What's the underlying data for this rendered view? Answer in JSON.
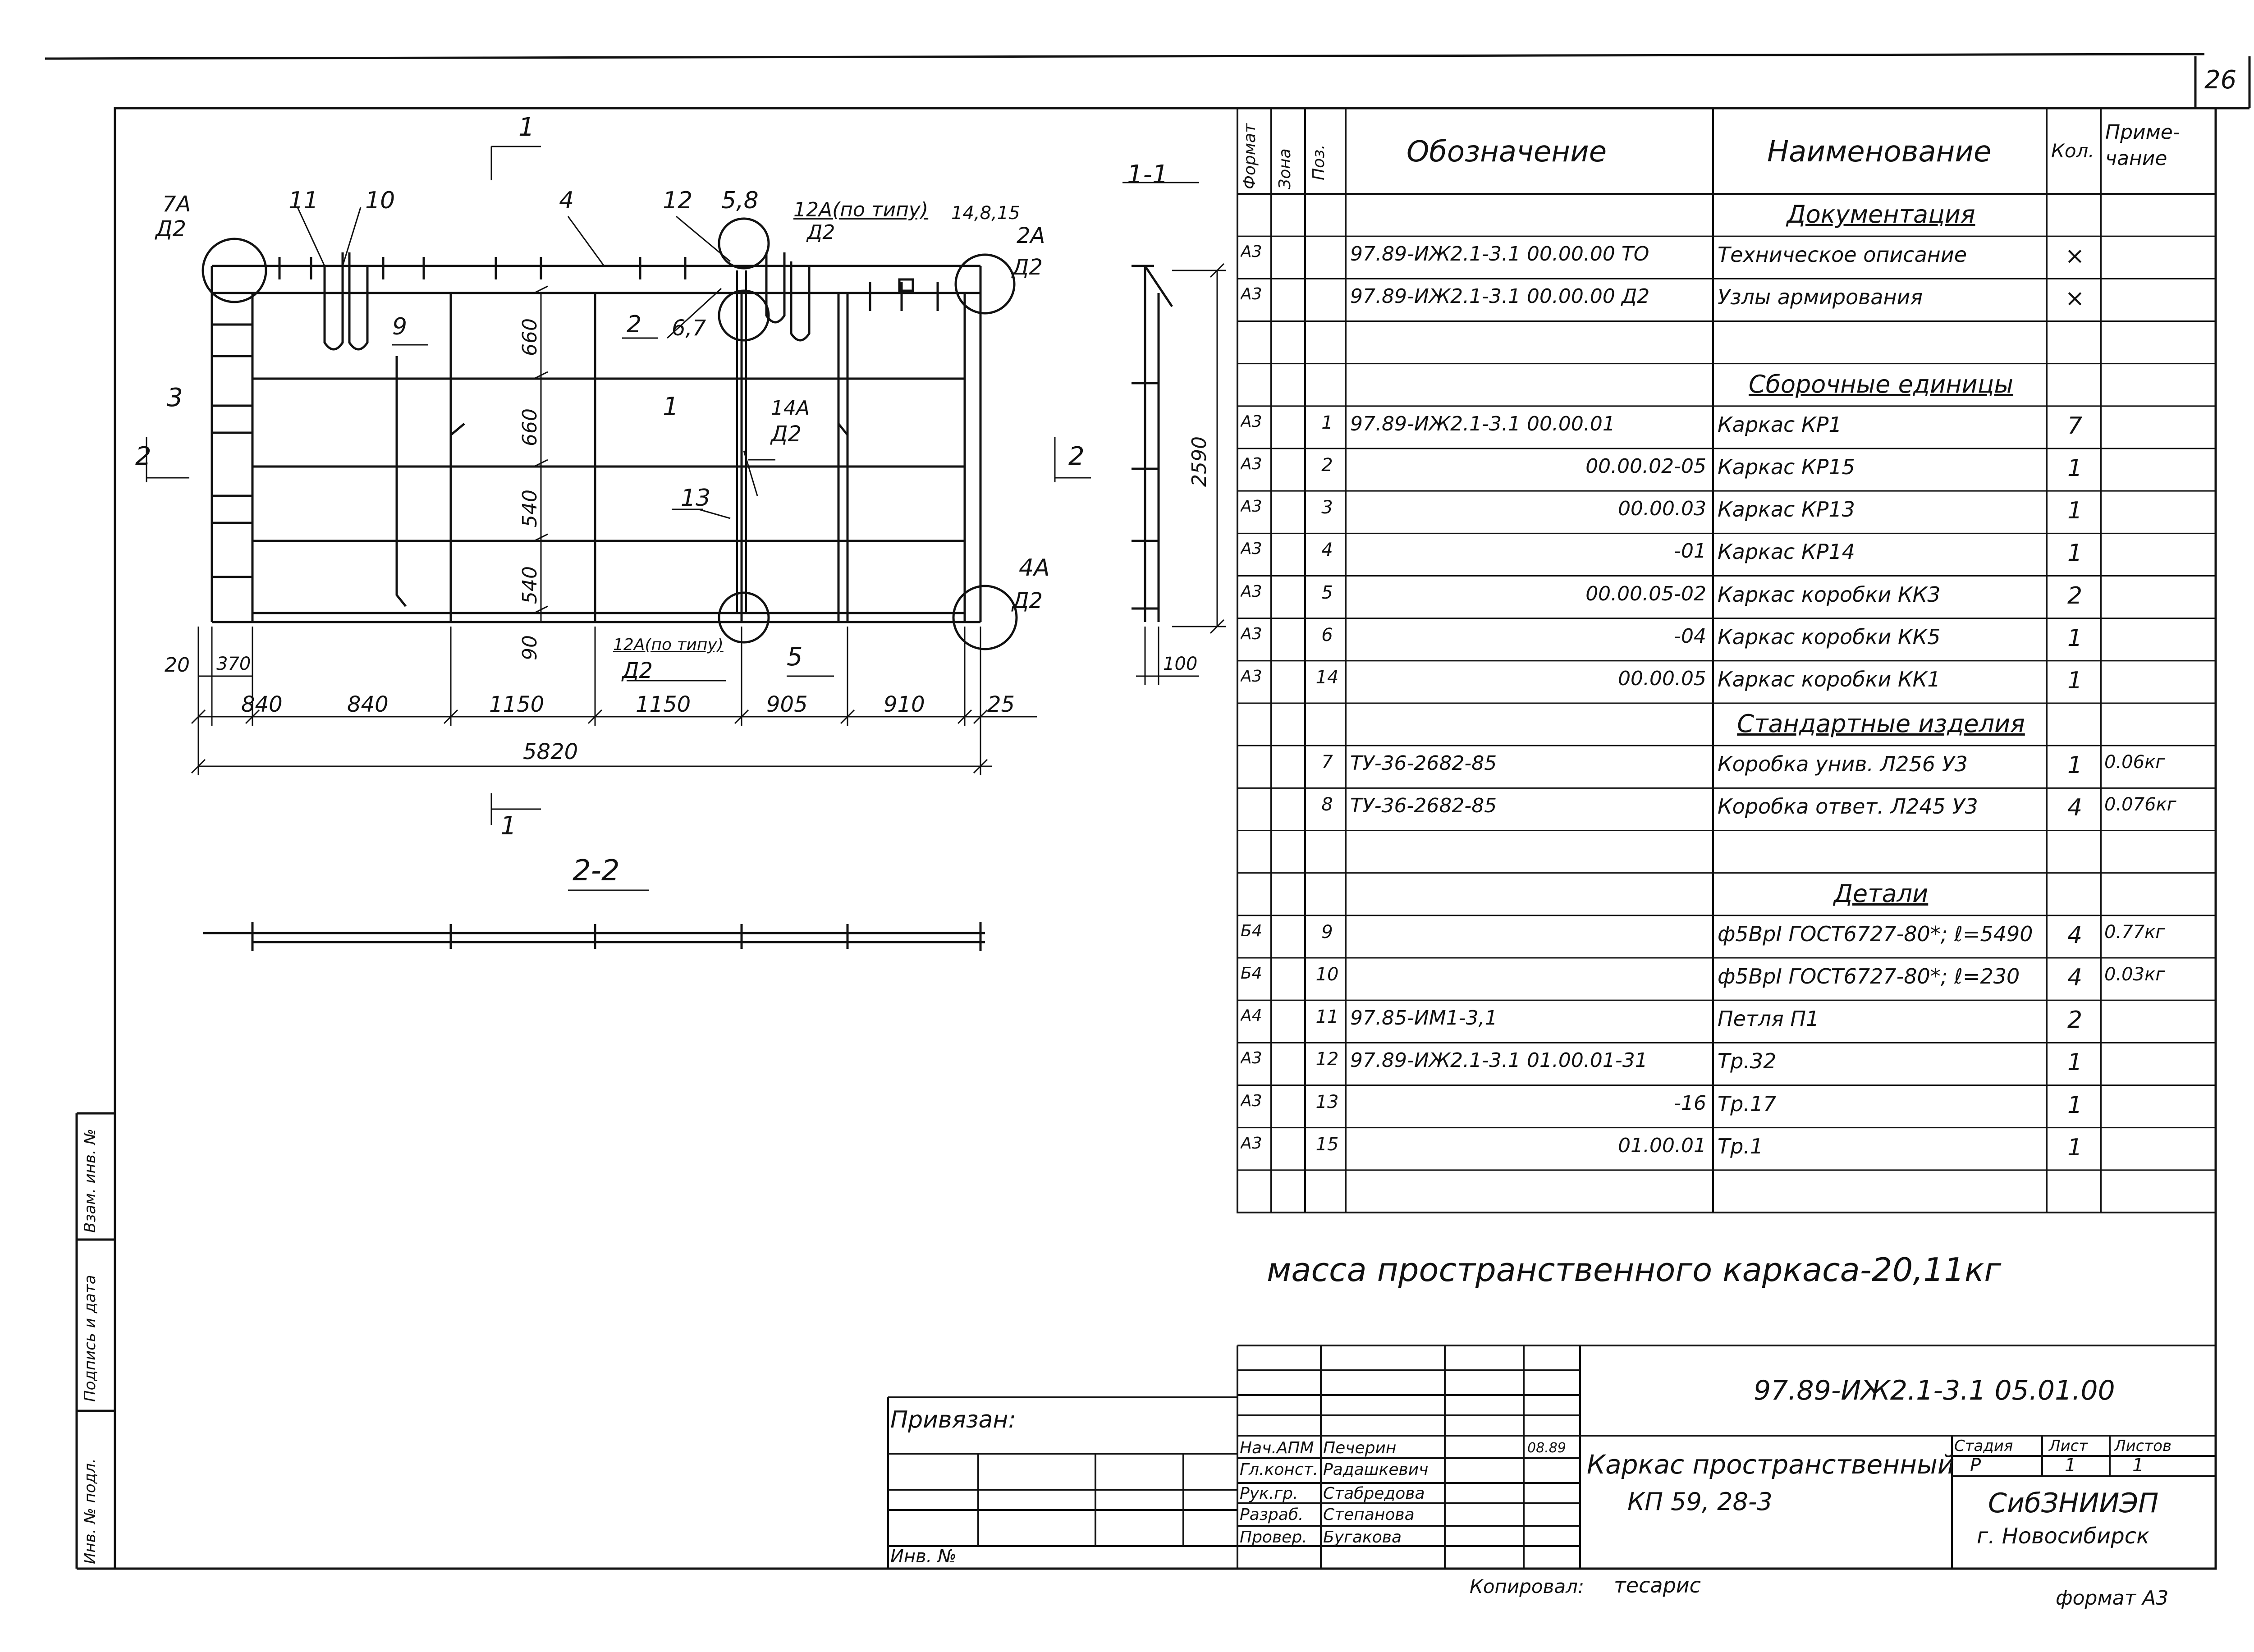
{
  "sheet": {
    "number": "26",
    "format_note": "формат А3",
    "copied_by_label": "Копировал:",
    "copied_by_name": "тесарис"
  },
  "spec_headers": {
    "format": "Формат",
    "zone": "Зона",
    "pos": "Поз.",
    "designation": "Обозначение",
    "name": "Наименование",
    "qty": "Кол.",
    "note": "Приме-чание"
  },
  "spec_rows": [
    {
      "format": "",
      "pos": "",
      "designation": "",
      "name": "Документация",
      "qty": "",
      "note": "",
      "section": true
    },
    {
      "format": "А3",
      "pos": "",
      "designation": "97.89-ИЖ2.1-3.1 00.00.00 ТО",
      "name": "Техническое описание",
      "qty": "×",
      "note": ""
    },
    {
      "format": "А3",
      "pos": "",
      "designation": "97.89-ИЖ2.1-3.1 00.00.00 Д2",
      "name": "Узлы армирования",
      "qty": "×",
      "note": ""
    },
    {
      "format": "",
      "pos": "",
      "designation": "",
      "name": "",
      "qty": "",
      "note": ""
    },
    {
      "format": "",
      "pos": "",
      "designation": "",
      "name": "Сборочные единицы",
      "qty": "",
      "note": "",
      "section": true
    },
    {
      "format": "А3",
      "pos": "1",
      "designation": "97.89-ИЖ2.1-3.1 00.00.01",
      "name": "Каркас КР1",
      "qty": "7",
      "note": ""
    },
    {
      "format": "А3",
      "pos": "2",
      "designation": "00.00.02-05",
      "name": "Каркас КР15",
      "qty": "1",
      "note": "",
      "right": true
    },
    {
      "format": "А3",
      "pos": "3",
      "designation": "00.00.03",
      "name": "Каркас КР13",
      "qty": "1",
      "note": "",
      "right": true
    },
    {
      "format": "А3",
      "pos": "4",
      "designation": "-01",
      "name": "Каркас КР14",
      "qty": "1",
      "note": "",
      "right": true
    },
    {
      "format": "А3",
      "pos": "5",
      "designation": "00.00.05-02",
      "name": "Каркас коробки КК3",
      "qty": "2",
      "note": "",
      "right": true
    },
    {
      "format": "А3",
      "pos": "6",
      "designation": "-04",
      "name": "Каркас коробки КК5",
      "qty": "1",
      "note": "",
      "right": true
    },
    {
      "format": "А3",
      "pos": "14",
      "designation": "00.00.05",
      "name": "Каркас коробки КК1",
      "qty": "1",
      "note": "",
      "right": true
    },
    {
      "format": "",
      "pos": "",
      "designation": "",
      "name": "Стандартные изделия",
      "qty": "",
      "note": "",
      "section": true
    },
    {
      "format": "",
      "pos": "7",
      "designation": "ТУ-36-2682-85",
      "name": "Коробка унив. Л256 У3",
      "qty": "1",
      "note": "0.06кг"
    },
    {
      "format": "",
      "pos": "8",
      "designation": "ТУ-36-2682-85",
      "name": "Коробка ответ. Л245 У3",
      "qty": "4",
      "note": "0.076кг"
    },
    {
      "format": "",
      "pos": "",
      "designation": "",
      "name": "",
      "qty": "",
      "note": ""
    },
    {
      "format": "",
      "pos": "",
      "designation": "",
      "name": "Детали",
      "qty": "",
      "note": "",
      "section": true
    },
    {
      "format": "Б4",
      "pos": "9",
      "designation": "",
      "name": "ф5ВрI ГОСТ6727-80*; ℓ=5490",
      "qty": "4",
      "note": "0.77кг"
    },
    {
      "format": "Б4",
      "pos": "10",
      "designation": "",
      "name": "ф5ВрI ГОСТ6727-80*; ℓ=230",
      "qty": "4",
      "note": "0.03кг"
    },
    {
      "format": "А4",
      "pos": "11",
      "designation": "97.85-ИМ1-3,1",
      "name": "Петля П1",
      "qty": "2",
      "note": ""
    },
    {
      "format": "А3",
      "pos": "12",
      "designation": "97.89-ИЖ2.1-3.1 01.00.01-31",
      "name": "Тр.32",
      "qty": "1",
      "note": ""
    },
    {
      "format": "А3",
      "pos": "13",
      "designation": "-16",
      "name": "Тр.17",
      "qty": "1",
      "note": "",
      "right": true
    },
    {
      "format": "А3",
      "pos": "15",
      "designation": "01.00.01",
      "name": "Тр.1",
      "qty": "1",
      "note": "",
      "right": true
    },
    {
      "format": "",
      "pos": "",
      "designation": "",
      "name": "",
      "qty": "",
      "note": ""
    }
  ],
  "mass_note": "масса пространственного каркаса-20,11кг",
  "drawing": {
    "section_1_1": "1-1",
    "section_2_2": "2-2",
    "cut_marker_1": "1",
    "cut_marker_2": "2",
    "callouts": {
      "c7A": "7А",
      "cD2a": "Д2",
      "c11": "11",
      "c10": "10",
      "c4": "4",
      "c12": "12",
      "c58": "5,8",
      "c12A": "12А(по типу)",
      "cD2b": "Д2",
      "c14815": "14,8,15",
      "c2A": "2А",
      "cD2c": "Д2",
      "c9": "9",
      "c2": "2",
      "c67": "6,7",
      "c3": "3",
      "c1": "1",
      "c14A": "14А",
      "cD2d": "Д2",
      "c13": "13",
      "c4A": "4А",
      "cD2e": "Д2",
      "c12Ab": "12А(по типу)",
      "cD2f": "Д2",
      "c5": "5"
    },
    "dims_vertical": [
      "660",
      "660",
      "540",
      "540",
      "90"
    ],
    "dims_horizontal": [
      "840",
      "840",
      "1150",
      "1150",
      "905",
      "910",
      "25"
    ],
    "dim_20": "20",
    "dim_370": "370",
    "dim_total": "5820",
    "dim_height": "2590",
    "dim_100": "100"
  },
  "left_margin": {
    "inv_podl": "Инв. № подл.",
    "podpis": "Подпись и дата",
    "vzam": "Взам. инв. №"
  },
  "title_block": {
    "privyazan": "Привязан:",
    "inv_no": "Инв. №",
    "code": "97.89-ИЖ2.1-3.1  05.01.00",
    "title_line1": "Каркас пространственный",
    "title_line2": "КП 59, 28-3",
    "stage_label": "Стадия",
    "sheet_label": "Лист",
    "sheets_label": "Листов",
    "stage": "Р",
    "sheet": "1",
    "sheets": "1",
    "org_line1": "СибЗНИИЭП",
    "org_line2": "г. Новосибирск",
    "date": "08.89",
    "roles": [
      {
        "role": "Нач.АПМ",
        "name": "Печерин"
      },
      {
        "role": "Гл.конст.",
        "name": "Радашкевич"
      },
      {
        "role": "Рук.гр.",
        "name": "Стабредова"
      },
      {
        "role": "Разраб.",
        "name": "Степанова"
      },
      {
        "role": "Провер.",
        "name": "Бугакова"
      }
    ]
  }
}
